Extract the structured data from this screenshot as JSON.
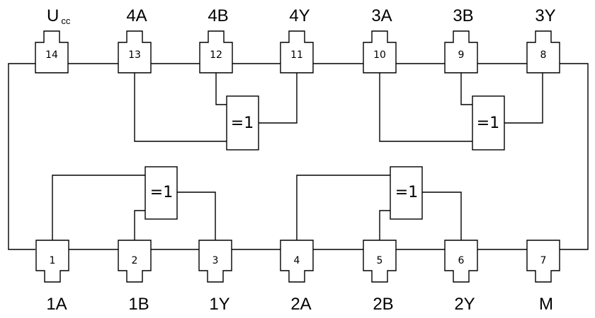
{
  "supply": {
    "label": "U",
    "subscript": "cc"
  },
  "pins": {
    "p1": {
      "number": "1",
      "label": "1A"
    },
    "p2": {
      "number": "2",
      "label": "1B"
    },
    "p3": {
      "number": "3",
      "label": "1Y"
    },
    "p4": {
      "number": "4",
      "label": "2A"
    },
    "p5": {
      "number": "5",
      "label": "2B"
    },
    "p6": {
      "number": "6",
      "label": "2Y"
    },
    "p7": {
      "number": "7",
      "label": "M"
    },
    "p8": {
      "number": "8",
      "label": "3Y"
    },
    "p9": {
      "number": "9",
      "label": "3B"
    },
    "p10": {
      "number": "10",
      "label": "3A"
    },
    "p11": {
      "number": "11",
      "label": "4Y"
    },
    "p12": {
      "number": "12",
      "label": "4B"
    },
    "p13": {
      "number": "13",
      "label": "4A"
    },
    "p14": {
      "number": "14"
    }
  },
  "gates": {
    "g1": {
      "symbol": "=1"
    },
    "g2": {
      "symbol": "=1"
    },
    "g3": {
      "symbol": "=1"
    },
    "g4": {
      "symbol": "=1"
    }
  }
}
